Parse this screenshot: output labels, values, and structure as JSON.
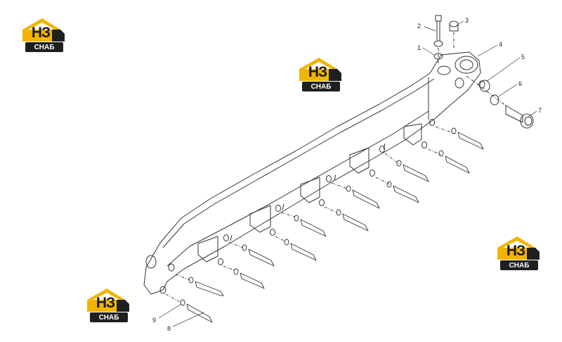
{
  "colors": {
    "logo_yellow": "#f2b400",
    "logo_dark": "#1f1f1f",
    "line": "#333333"
  },
  "logo": {
    "letters": "НЗ",
    "name": "СНАБ"
  },
  "callouts": [
    {
      "id": "c1",
      "label": "1"
    },
    {
      "id": "c2",
      "label": "2"
    },
    {
      "id": "c3",
      "label": "3"
    },
    {
      "id": "c4",
      "label": "4"
    },
    {
      "id": "c5",
      "label": "5"
    },
    {
      "id": "c6",
      "label": "6"
    },
    {
      "id": "c7",
      "label": "7"
    },
    {
      "id": "c8",
      "label": "8"
    },
    {
      "id": "c9",
      "label": "9"
    }
  ]
}
